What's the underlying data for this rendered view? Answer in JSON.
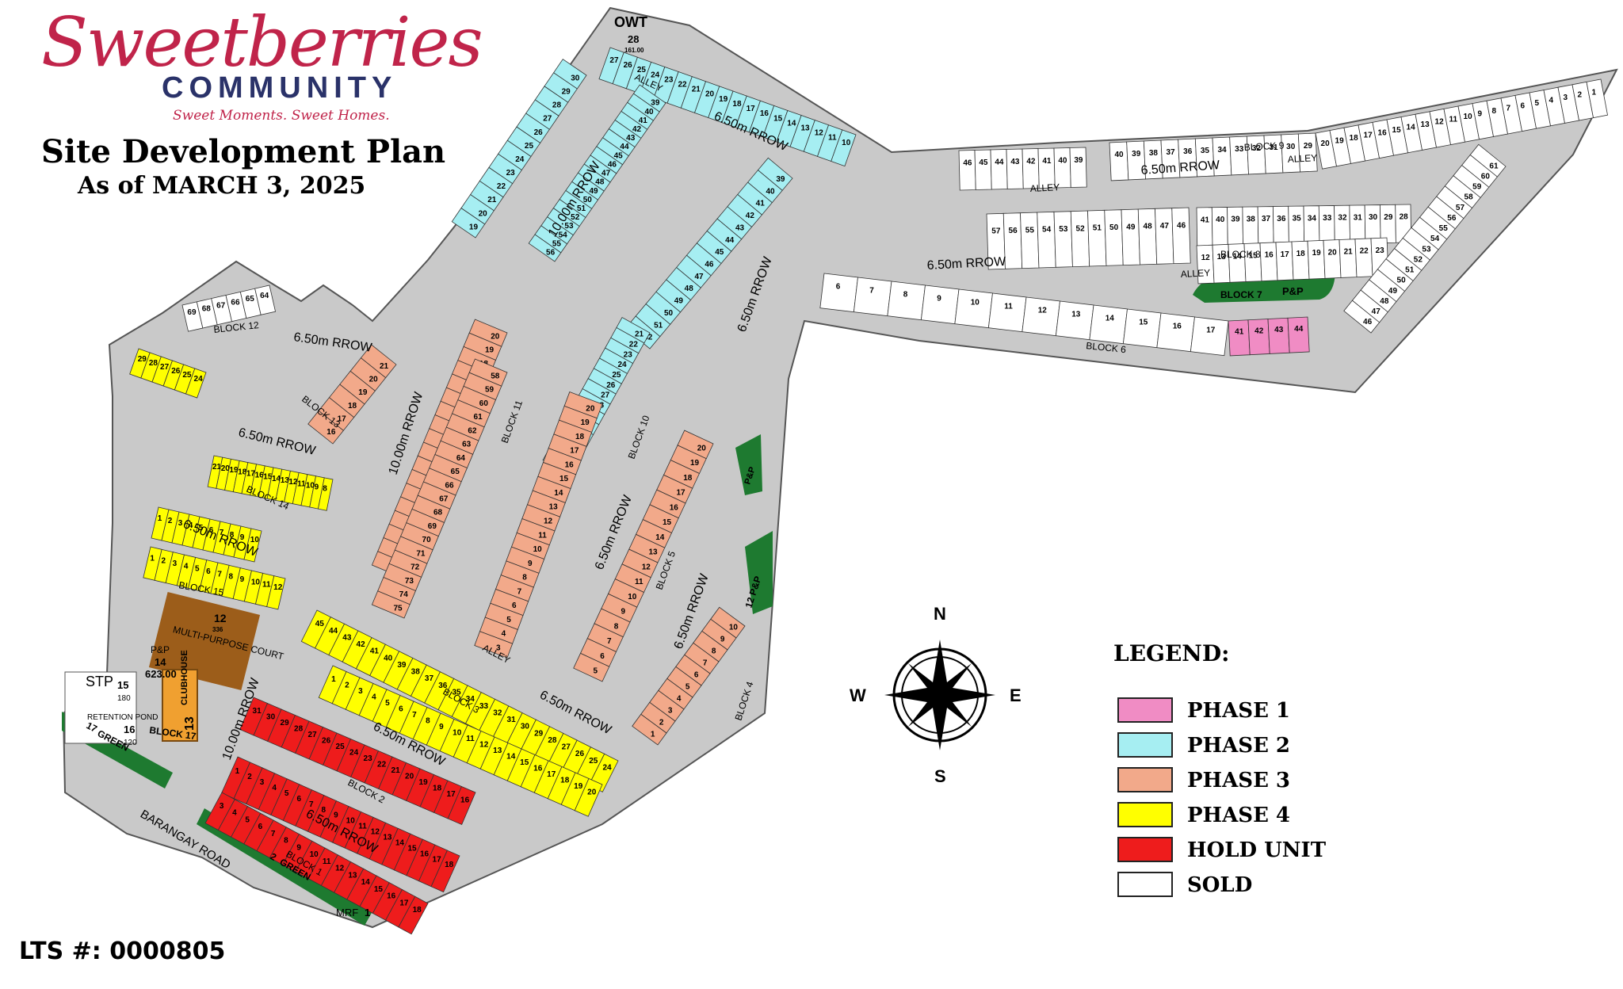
{
  "brand": {
    "name": "Sweetberries",
    "community": "COMMUNITY",
    "tagline": "Sweet Moments. Sweet Homes."
  },
  "title": "Site Development Plan",
  "subtitle": "As of MARCH 3, 2025",
  "lts": "LTS #: 0000805",
  "colors": {
    "phase1": "#f08cc4",
    "phase2": "#a6eef2",
    "phase3": "#f2a98a",
    "phase4": "#ffff00",
    "hold": "#ee1c1c",
    "sold": "#ffffff",
    "road": "#c9c9c9",
    "green": "#1e7a30"
  },
  "legend": {
    "title": "LEGEND:",
    "items": [
      {
        "label": "PHASE 1",
        "color": "#f08cc4"
      },
      {
        "label": "PHASE 2",
        "color": "#a6eef2"
      },
      {
        "label": "PHASE 3",
        "color": "#f2a98a"
      },
      {
        "label": "PHASE 4",
        "color": "#ffff00"
      },
      {
        "label": "HOLD UNIT",
        "color": "#ee1c1c"
      },
      {
        "label": "SOLD",
        "color": "#ffffff"
      }
    ]
  },
  "compass": {
    "n": "N",
    "s": "S",
    "e": "E",
    "w": "W"
  },
  "map_labels": {
    "owt": "OWT",
    "lot28": "28",
    "lot28_area": "161.00",
    "alley": "ALLEY",
    "rrow650": "6.50m RROW",
    "rrow1000": "10.00m RROW",
    "block1": "BLOCK 1",
    "block2": "BLOCK 2",
    "block3": "BLOCK 3",
    "block4": "BLOCK 4",
    "block5": "BLOCK 5",
    "block6": "BLOCK 6",
    "block7": "BLOCK 7",
    "block8": "BLOCK 8",
    "block9": "BLOCK 9",
    "block10": "BLOCK 10",
    "block11": "BLOCK 11",
    "block12": "BLOCK 12",
    "block13": "BLOCK 13",
    "block14": "BLOCK 14",
    "block15": "BLOCK 15",
    "block17": "BLOCK 17",
    "pp": "P&P",
    "court": "MULTI-PURPOSE COURT",
    "court_lot": "12",
    "court_area": "336",
    "clubhouse": "CLUBHOUSE",
    "clubhouse_lot": "13",
    "pp14": "14",
    "pp14_area": "623.00",
    "stp": "STP",
    "stp_lot": "15",
    "stp_area": "180",
    "retention": "RETENTION POND",
    "pond_lot": "16",
    "pond_area": "120",
    "green": "GREEN",
    "green17": "17",
    "green2": "2",
    "mrf": "MRF",
    "mrf_lot": "1",
    "barangay_road": "BARANGAY ROAD",
    "pp12": "12 P&P"
  }
}
